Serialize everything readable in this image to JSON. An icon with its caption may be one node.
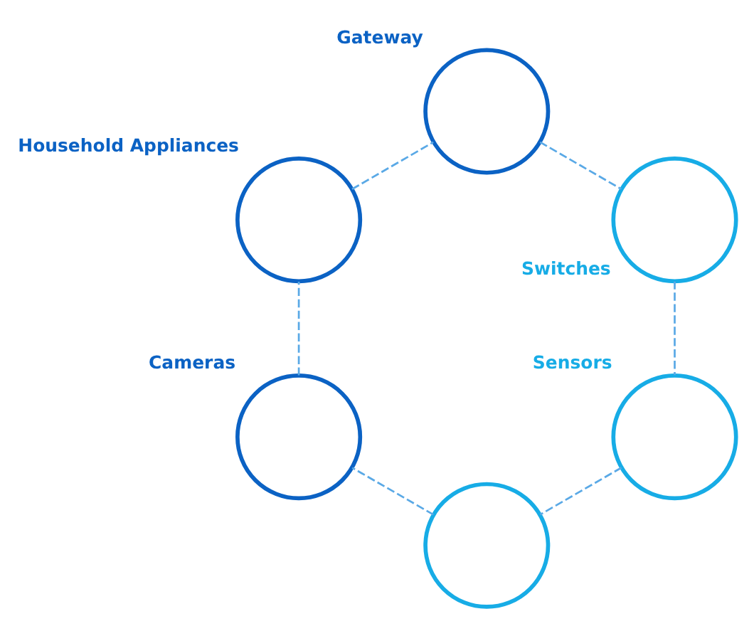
{
  "diagram": {
    "nodes": [
      {
        "text": [],
        "shape": "circle",
        "beside": [
          "Gateway"
        ]
      },
      {
        "text": [],
        "shape": "circle",
        "beside": [
          "Household Appliances"
        ]
      },
      {
        "text": [],
        "shape": "circle",
        "beside": [
          "Switches"
        ]
      },
      {
        "text": [],
        "shape": "circle",
        "beside": [
          "Cameras"
        ]
      },
      {
        "text": [],
        "shape": "circle",
        "beside": [
          "Sensors"
        ]
      },
      {
        "text": [],
        "shape": "circle"
      }
    ],
    "edges": [
      {
        "from": 0,
        "to": 2,
        "arrow": "none",
        "style": "dashed"
      },
      {
        "from": 2,
        "to": 4,
        "arrow": "none",
        "style": "dashed"
      },
      {
        "from": 4,
        "to": 5,
        "arrow": "none",
        "style": "dashed"
      },
      {
        "from": 5,
        "to": 3,
        "arrow": "none",
        "style": "dashed"
      },
      {
        "from": 3,
        "to": 1,
        "arrow": "none",
        "style": "dashed"
      },
      {
        "from": 1,
        "to": 0,
        "arrow": "none",
        "style": "dashed"
      }
    ]
  }
}
